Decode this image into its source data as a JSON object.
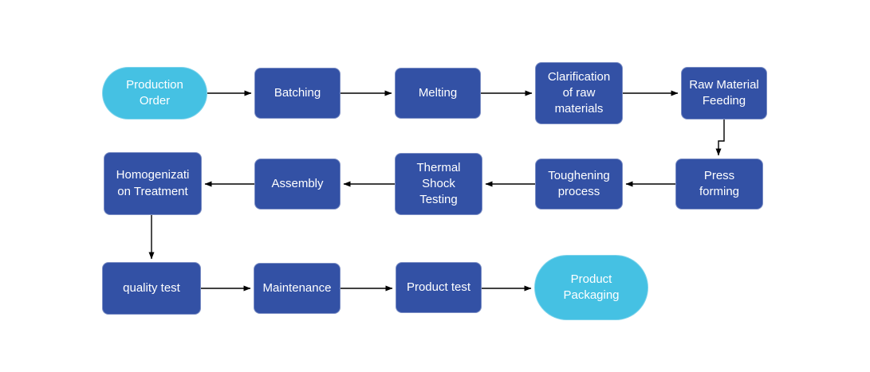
{
  "diagram": {
    "type": "flowchart",
    "colors": {
      "process_fill": "#3351a5",
      "terminator_fill": "#45c1e3",
      "label_text": "#ffffff",
      "connector": "#000000",
      "background": "#ffffff"
    },
    "nodes": [
      {
        "id": "production-order",
        "shape": "terminator",
        "label": "Production\nOrder"
      },
      {
        "id": "batching",
        "shape": "process",
        "label": "Batching"
      },
      {
        "id": "melting",
        "shape": "process",
        "label": "Melting"
      },
      {
        "id": "clarification-of-raw-materials",
        "shape": "process",
        "label": "Clarification\nof raw\nmaterials"
      },
      {
        "id": "raw-material-feeding",
        "shape": "process",
        "label": "Raw Material\nFeeding"
      },
      {
        "id": "press-forming",
        "shape": "process",
        "label": "Press\nforming"
      },
      {
        "id": "toughening-process",
        "shape": "process",
        "label": "Toughening\nprocess"
      },
      {
        "id": "thermal-shock-testing",
        "shape": "process",
        "label": "Thermal\nShock\nTesting"
      },
      {
        "id": "assembly",
        "shape": "process",
        "label": "Assembly"
      },
      {
        "id": "homogenization-treatment",
        "shape": "process",
        "label": "Homogenizati\non Treatment"
      },
      {
        "id": "quality-test",
        "shape": "process",
        "label": "quality test"
      },
      {
        "id": "maintenance",
        "shape": "process",
        "label": "Maintenance"
      },
      {
        "id": "product-test",
        "shape": "process",
        "label": "Product test"
      },
      {
        "id": "product-packaging",
        "shape": "terminator",
        "label": "Product\nPackaging"
      }
    ],
    "edges": [
      {
        "from": "production-order",
        "to": "batching"
      },
      {
        "from": "batching",
        "to": "melting"
      },
      {
        "from": "melting",
        "to": "clarification-of-raw-materials"
      },
      {
        "from": "clarification-of-raw-materials",
        "to": "raw-material-feeding"
      },
      {
        "from": "raw-material-feeding",
        "to": "press-forming"
      },
      {
        "from": "press-forming",
        "to": "toughening-process"
      },
      {
        "from": "toughening-process",
        "to": "thermal-shock-testing"
      },
      {
        "from": "thermal-shock-testing",
        "to": "assembly"
      },
      {
        "from": "assembly",
        "to": "homogenization-treatment"
      },
      {
        "from": "homogenization-treatment",
        "to": "quality-test"
      },
      {
        "from": "quality-test",
        "to": "maintenance"
      },
      {
        "from": "maintenance",
        "to": "product-test"
      },
      {
        "from": "product-test",
        "to": "product-packaging"
      }
    ]
  }
}
